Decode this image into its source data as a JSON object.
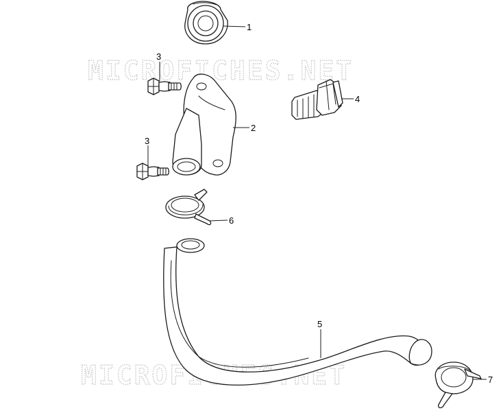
{
  "watermark": {
    "text": "MICROFICHES.NET",
    "color": "#c8c8c8"
  },
  "callouts": {
    "part_1": "1",
    "part_2": "2",
    "part_3_upper": "3",
    "part_3_lower": "3",
    "part_4": "4",
    "part_5": "5",
    "part_6": "6",
    "part_7": "7"
  },
  "parts": [
    {
      "callout": "1",
      "icon": "thermostat-icon"
    },
    {
      "callout": "2",
      "icon": "thermostat-cover-elbow-icon"
    },
    {
      "callout": "3",
      "icon": "flange-bolt-icon"
    },
    {
      "callout": "4",
      "icon": "temperature-sensor-icon"
    },
    {
      "callout": "5",
      "icon": "coolant-hose-icon"
    },
    {
      "callout": "6",
      "icon": "spring-hose-clamp-icon"
    },
    {
      "callout": "7",
      "icon": "spring-hose-clamp-icon"
    }
  ],
  "line_color": "#1a1a1a"
}
